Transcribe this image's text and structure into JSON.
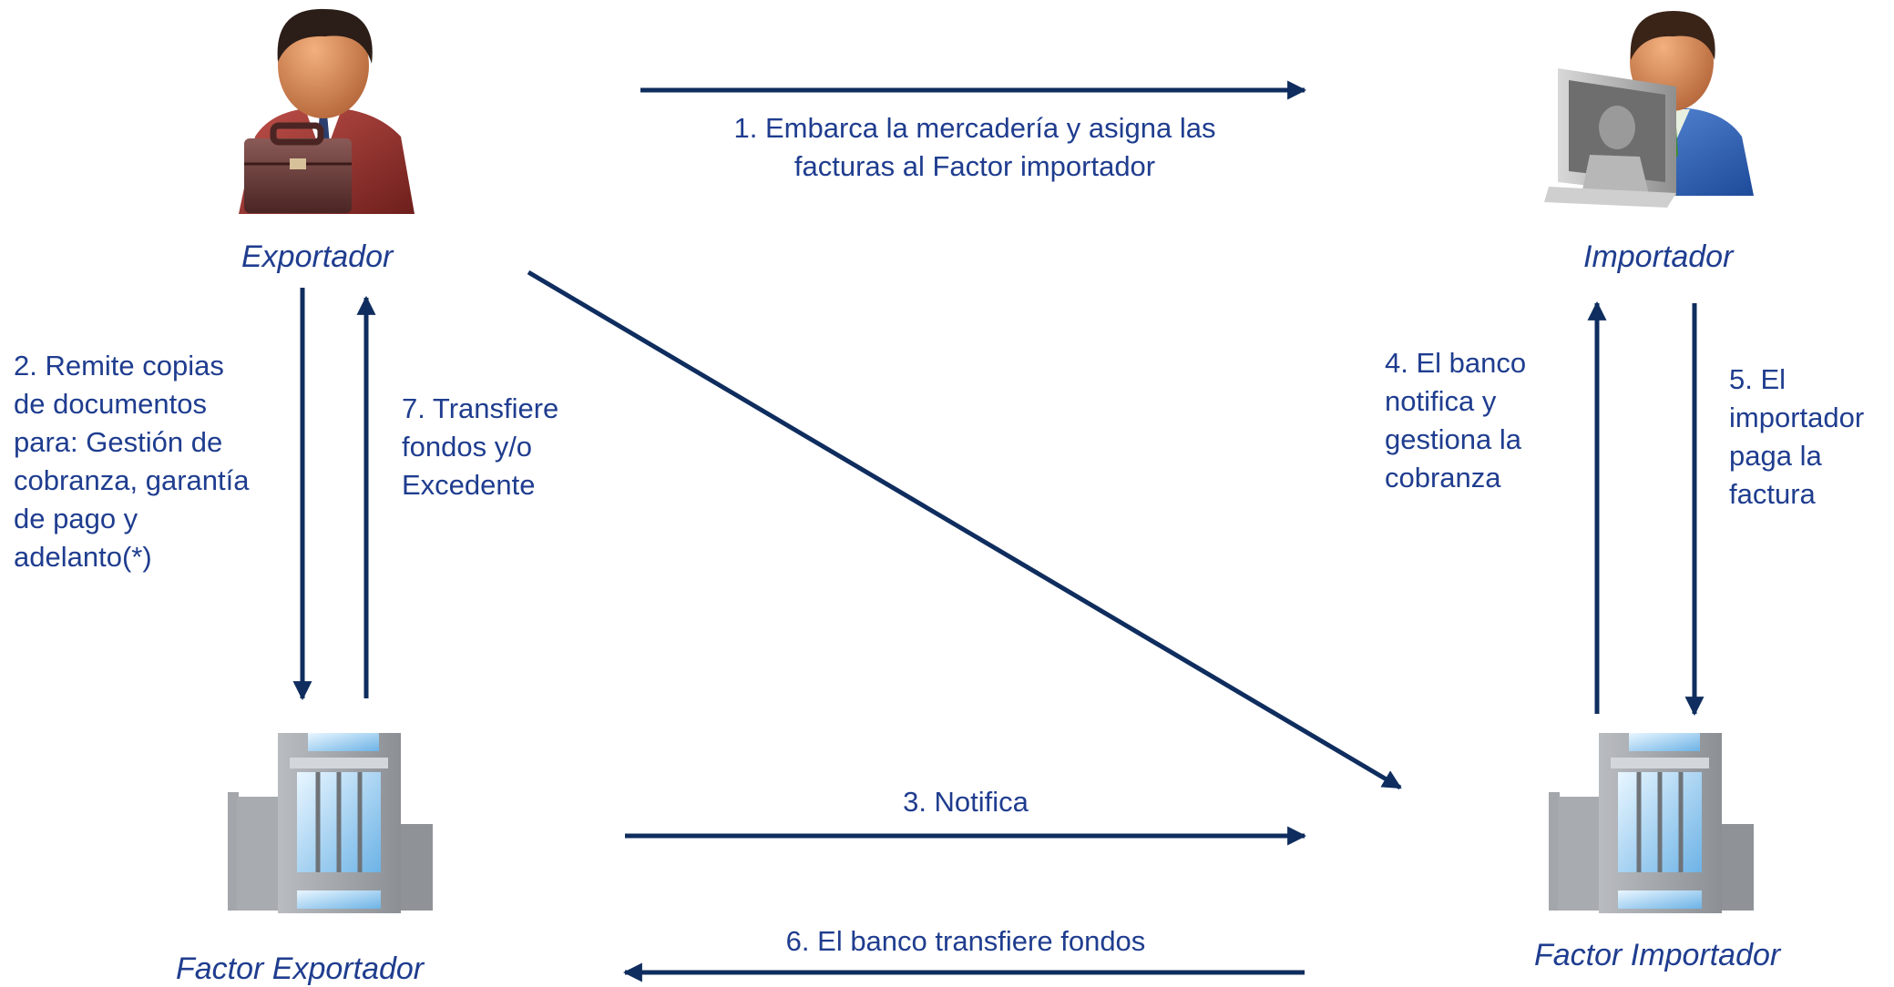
{
  "actors": {
    "exporter": "Exportador",
    "importer": "Importador",
    "factor_exporter": "Factor Exportador",
    "factor_importer": "Factor Importador"
  },
  "steps": {
    "step1": [
      "1. Embarca la mercadería y asigna las",
      "facturas al Factor importador"
    ],
    "step2": [
      "2. Remite copias",
      "de documentos",
      "para: Gestión de",
      "cobranza, garantía",
      "de pago y",
      "adelanto(*)"
    ],
    "step3": "3. Notifica",
    "step4": [
      "4. El banco",
      "notifica y",
      "gestiona la",
      "cobranza"
    ],
    "step5": [
      "5. El",
      "importador",
      "paga la",
      "factura"
    ],
    "step6": "6.  El banco transfiere fondos",
    "step7": [
      "7. Transfiere",
      "fondos y/o",
      "Excedente"
    ]
  },
  "icons": {
    "exporter": "businessman-with-briefcase-icon",
    "importer": "person-at-computer-icon",
    "factor_exporter": "office-building-icon",
    "factor_importer": "office-building-icon"
  },
  "colors": {
    "arrow": "#0f2d5e",
    "text": "#1f3d8f"
  }
}
